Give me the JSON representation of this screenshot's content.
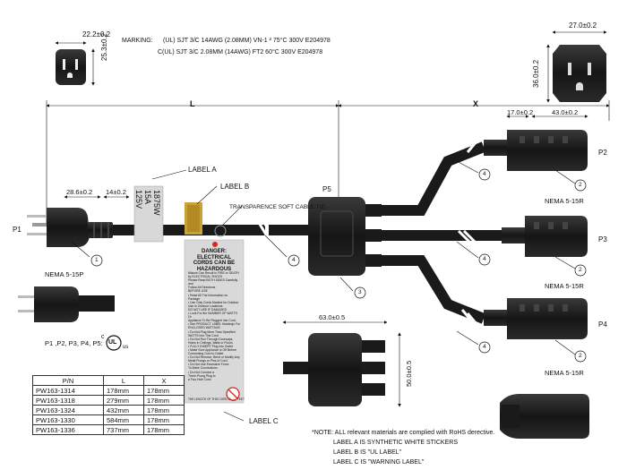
{
  "marking": {
    "prefix": "MARKING:",
    "line1": "(UL) SJT   3/C   14AWG (2.08MM)   VN-1 ²  75°C   300V   E204978",
    "line2": "C(UL) SJT   3/C   2.08MM (14AWG)   FT2  60°C   300V   E204978"
  },
  "dims": {
    "plug_w": "22.2±0.2",
    "plug_h": "25.3±0.2",
    "socket_w": "27.0±0.2",
    "socket_h": "36.0±0.2",
    "length_l": "L",
    "length_x": "X",
    "plug_body": "28.6±0.2",
    "plug_strain": "14±0.2",
    "conn_neck": "17.0±0.2",
    "conn_body": "43.0±0.2",
    "hub_w": "63.0±0.5",
    "hub_h": "50.0±0.5"
  },
  "labels": {
    "label_a": "LABEL A",
    "label_b": "LABEL B",
    "label_c": "LABEL C",
    "tie": "TRANSPARENCE SOFT CABLE TIE",
    "p1": "P1",
    "p2": "P2",
    "p3": "P3",
    "p4": "P4",
    "p5": "P5",
    "nema_plug": "NEMA 5-15P",
    "nema_r1": "NEMA 5-15R",
    "nema_r2": "NEMA 5-15R",
    "nema_r3": "NEMA 5-15R",
    "cert": "P1 ,P2, P3, P4, P5:",
    "ul_c": "c",
    "ul_us": "us",
    "ul_mark": "UL"
  },
  "sticker": {
    "l1": "1875W",
    "l2": "15A",
    "l3": "125V"
  },
  "warning": {
    "title": "DANGER: ELECTRICAL CORDS CAN BE HAZARDOUS",
    "body": [
      "Misuse Can Result in FIRE or DEATH",
      "by ELECTRICAL SHOCK",
      "Please Read BOTH SIDES Carefully and",
      "Follow All Directions",
      "BEFORE USE",
      "• Read All The Information on Package",
      "• Use Only Cords Marked for Outdoor",
      "  Use In Outdoor Locations",
      "DO NOT USE IF DAMAGED",
      "• Look For the NUMBER OF WATTS Or",
      "  Appliance To Be Plugged Into Cord.",
      "• See PRODUCT LABEL Markings For",
      "  ENCLOSED WATTAGE.",
      "• Do Not Plug More Than Specified",
      "  WATTS Into This Cord.",
      "• Do Not Run Through Doorways,",
      "  Holes In Ceilings, Walls or Floors",
      "• FULLY INSERT Plug Into Outlet",
      "• Make Sure Appliance is Off Before",
      "  Connecting Cord to Outlet.",
      "• Do Not Remove, Bend or Modify Any",
      "  Metal Prongs or Pins of Cord.",
      "• Do Not Use Excessive Force",
      "  To Make Connections.",
      "• Do Not Connect a",
      "  Three-Prong Plug to",
      "  a Two-Hole Cord."
    ],
    "footer": "THE LENGTH OF THIS CORD IS ___ FEET"
  },
  "balloons": {
    "one": "1",
    "two": "2",
    "three": "3",
    "four": "4"
  },
  "table": {
    "headers": [
      "P/N",
      "L",
      "X"
    ],
    "rows": [
      [
        "PW163-1314",
        "178mm",
        "178mm"
      ],
      [
        "PW163-1318",
        "279mm",
        "178mm"
      ],
      [
        "PW163-1324",
        "432mm",
        "178mm"
      ],
      [
        "PW163-1330",
        "584mm",
        "178mm"
      ],
      [
        "PW163-1336",
        "737mm",
        "178mm"
      ]
    ]
  },
  "notes": {
    "n1": "*NOTE: ALL relevant materials are complied with RoHS derective.",
    "n2": "LABEL A IS SYNTHETIC WHITE STICKERS",
    "n3": "LABEL B IS \"UL LABEL\"",
    "n4": "LABEL C IS \"WARNING LABEL\""
  },
  "colors": {
    "cable": "#1a1a1a",
    "body": "#222222",
    "brass": "#c9a33a",
    "tag": "#d9d9d9",
    "red": "#d52b1e"
  }
}
